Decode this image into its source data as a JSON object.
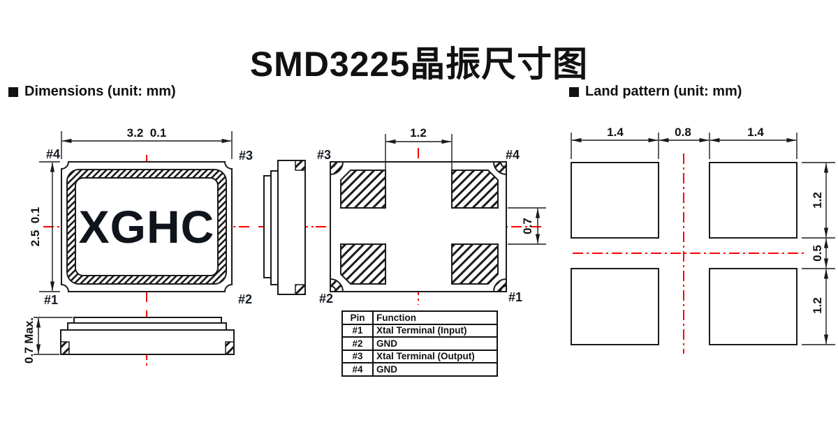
{
  "title": "SMD3225晶振尺寸图",
  "sections": {
    "dimensions_label": "Dimensions (unit: mm)",
    "land_pattern_label": "Land pattern (unit: mm)"
  },
  "top_view": {
    "marking": "XGHC",
    "width_dim": "3.2  0.1",
    "height_dim": "2.5  0.1",
    "pin_top_left": "#4",
    "pin_top_right": "#3",
    "pin_bottom_left": "#1",
    "pin_bottom_right": "#2"
  },
  "side_view": {
    "height_dim": "0.7 Max."
  },
  "bottom_view": {
    "pad_inner_gap_dim": "1.2",
    "pad_vertical_gap_dim": "0.7",
    "pin_top_left": "#3",
    "pin_top_right": "#4",
    "pin_bottom_left": "#2",
    "pin_bottom_right": "#1"
  },
  "pin_table": {
    "headers": [
      "Pin",
      "Function"
    ],
    "rows": [
      [
        "#1",
        "Xtal Terminal (Input)"
      ],
      [
        "#2",
        "GND"
      ],
      [
        "#3",
        "Xtal Terminal (Output)"
      ],
      [
        "#4",
        "GND"
      ]
    ]
  },
  "land_pattern": {
    "dims_top": [
      "1.4",
      "0.8",
      "1.4"
    ],
    "dims_right": [
      "1.2",
      "0.5",
      "1.2"
    ]
  },
  "colors": {
    "centerline": "#ff0000",
    "line": "#1a1a1a"
  }
}
